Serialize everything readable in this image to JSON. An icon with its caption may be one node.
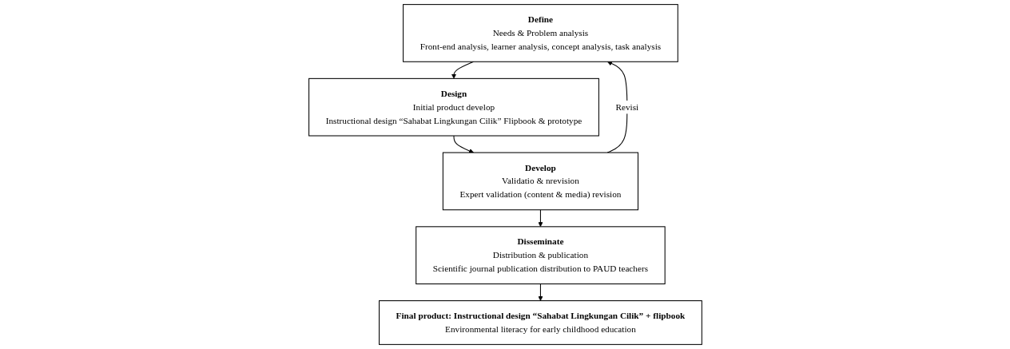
{
  "diagram": {
    "nodes": [
      {
        "text": [
          "Define",
          "Needs & Problem analysis",
          "Front-end analysis, learner analysis, concept analysis, task analysis"
        ]
      },
      {
        "text": [
          "Design",
          "Initial product develop",
          "Instructional design “Sahabat Lingkungan Cilik” Flipbook & prototype"
        ]
      },
      {
        "text": [
          "Develop",
          "Validatio & nrevision",
          "Expert validation (content & media) revision"
        ]
      },
      {
        "text": [
          "Disseminate",
          "Distribution & publication",
          "Scientific journal publication distribution to PAUD teachers"
        ]
      },
      {
        "text": [
          "Final product: Instructional design “Sahabat Lingkungan Cilik” + flipbook",
          "Environmental literacy for early childhood education"
        ]
      }
    ],
    "edges": [
      {
        "from": 0,
        "to": 1,
        "arrow": "to"
      },
      {
        "from": 1,
        "to": 2,
        "arrow": "to"
      },
      {
        "from": 2,
        "to": 3,
        "arrow": "to"
      },
      {
        "from": 3,
        "to": 4,
        "arrow": "to"
      },
      {
        "from": 2,
        "to": 0,
        "arrow": "to",
        "label": "Revisi"
      }
    ]
  }
}
